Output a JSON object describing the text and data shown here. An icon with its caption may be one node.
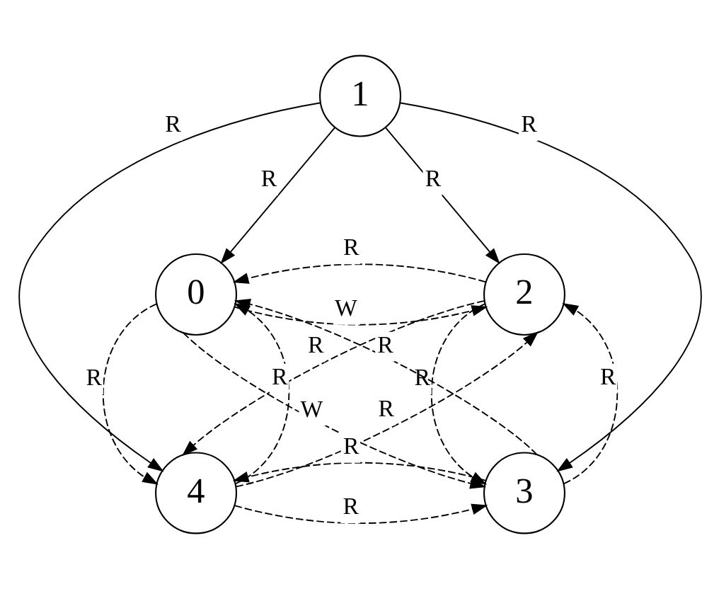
{
  "diagram": {
    "nodes": [
      {
        "text": [
          "1"
        ]
      },
      {
        "text": [
          "0"
        ]
      },
      {
        "text": [
          "2"
        ]
      },
      {
        "text": [
          "4"
        ]
      },
      {
        "text": [
          "3"
        ]
      }
    ],
    "edges": [
      {
        "from": 0,
        "to": 1,
        "arrow": "to",
        "label": "R"
      },
      {
        "from": 0,
        "to": 2,
        "arrow": "to",
        "label": "R"
      },
      {
        "from": 0,
        "to": 3,
        "arrow": "to",
        "label": "R"
      },
      {
        "from": 0,
        "to": 4,
        "arrow": "to",
        "label": "R"
      },
      {
        "from": 1,
        "to": 2,
        "arrow": "to",
        "label": "W",
        "style": "dashed"
      },
      {
        "from": 1,
        "to": 4,
        "arrow": "to",
        "label": "W",
        "style": "dashed"
      },
      {
        "from": 2,
        "to": 1,
        "arrow": "to",
        "label": "R",
        "style": "dashed"
      },
      {
        "from": 3,
        "to": 2,
        "arrow": "to",
        "label": "R",
        "style": "dashed"
      },
      {
        "from": 2,
        "to": 3,
        "arrow": "to",
        "label": "R",
        "style": "dashed"
      },
      {
        "from": 4,
        "to": 2,
        "arrow": "to",
        "label": "R",
        "style": "dashed"
      },
      {
        "from": 2,
        "to": 4,
        "arrow": "to",
        "label": "R",
        "style": "dashed"
      },
      {
        "from": 4,
        "to": 1,
        "arrow": "to",
        "label": "R",
        "style": "dashed"
      },
      {
        "from": 1,
        "to": 3,
        "arrow": "to",
        "label": "R",
        "style": "dashed"
      },
      {
        "from": 3,
        "to": 1,
        "arrow": "to",
        "label": "R",
        "style": "dashed"
      },
      {
        "from": 3,
        "to": 4,
        "arrow": "to",
        "label": "R",
        "style": "dashed"
      },
      {
        "from": 4,
        "to": 3,
        "arrow": "to",
        "label": "R",
        "style": "dashed"
      }
    ]
  }
}
